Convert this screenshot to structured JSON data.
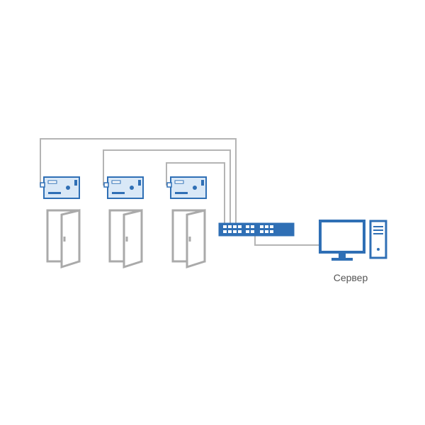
{
  "diagram": {
    "server_label": "Сервер",
    "devices": [
      {
        "type": "controller",
        "icon": "controller-board-icon"
      },
      {
        "type": "controller",
        "icon": "controller-board-icon"
      },
      {
        "type": "controller",
        "icon": "controller-board-icon"
      },
      {
        "type": "door",
        "icon": "door-icon"
      },
      {
        "type": "door",
        "icon": "door-icon"
      },
      {
        "type": "door",
        "icon": "door-icon"
      },
      {
        "type": "switch",
        "icon": "network-switch-icon"
      },
      {
        "type": "monitor",
        "icon": "monitor-icon"
      },
      {
        "type": "server-tower",
        "icon": "server-tower-icon"
      }
    ]
  },
  "colors": {
    "line": "#b4b4b4",
    "accent": "#2f6fb5",
    "accent_light": "#d9e8f7",
    "door": "#aaaaaa",
    "text": "#555555"
  }
}
